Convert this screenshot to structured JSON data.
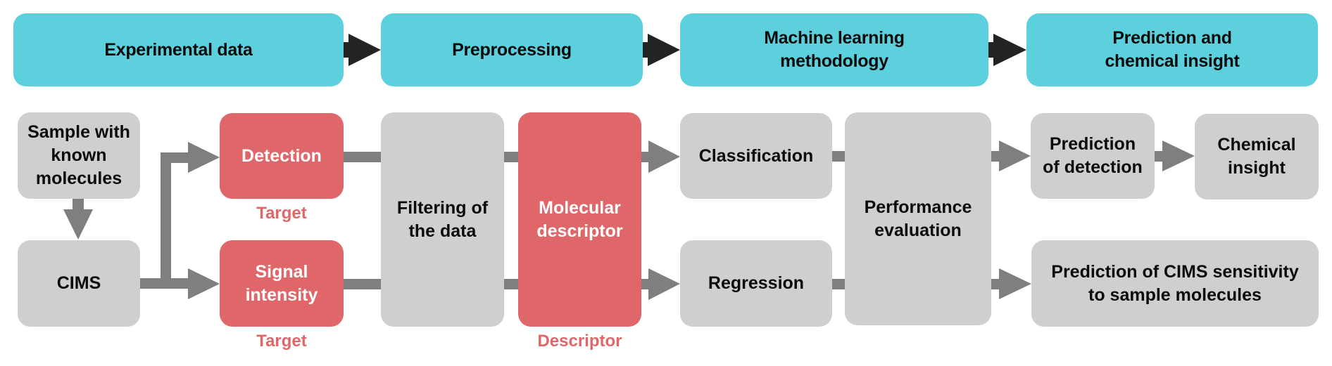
{
  "colors": {
    "stage": "#5dd0de",
    "process": "#d0cfd0",
    "target": "#e06769",
    "connector_dark": "#232323",
    "connector_grey": "#7f7f7f"
  },
  "stages": [
    {
      "label": "Experimental data"
    },
    {
      "label": "Preprocessing"
    },
    {
      "label": "Machine learning\nmethodology"
    },
    {
      "label": "Prediction and\nchemical insight"
    }
  ],
  "nodes": {
    "sample": "Sample with\nknown\nmolecules",
    "cims": "CIMS",
    "detection": "Detection",
    "signal": "Signal\nintensity",
    "filtering": "Filtering of\nthe data",
    "descriptor": "Molecular\ndescriptor",
    "classification": "Classification",
    "regression": "Regression",
    "performance": "Performance\nevaluation",
    "pred_detection": "Prediction\nof detection",
    "chemical_insight": "Chemical\ninsight",
    "pred_cims": "Prediction of CIMS sensitivity\nto sample molecules"
  },
  "tags": {
    "detection_tag": "Target",
    "signal_tag": "Target",
    "descriptor_tag": "Descriptor"
  }
}
